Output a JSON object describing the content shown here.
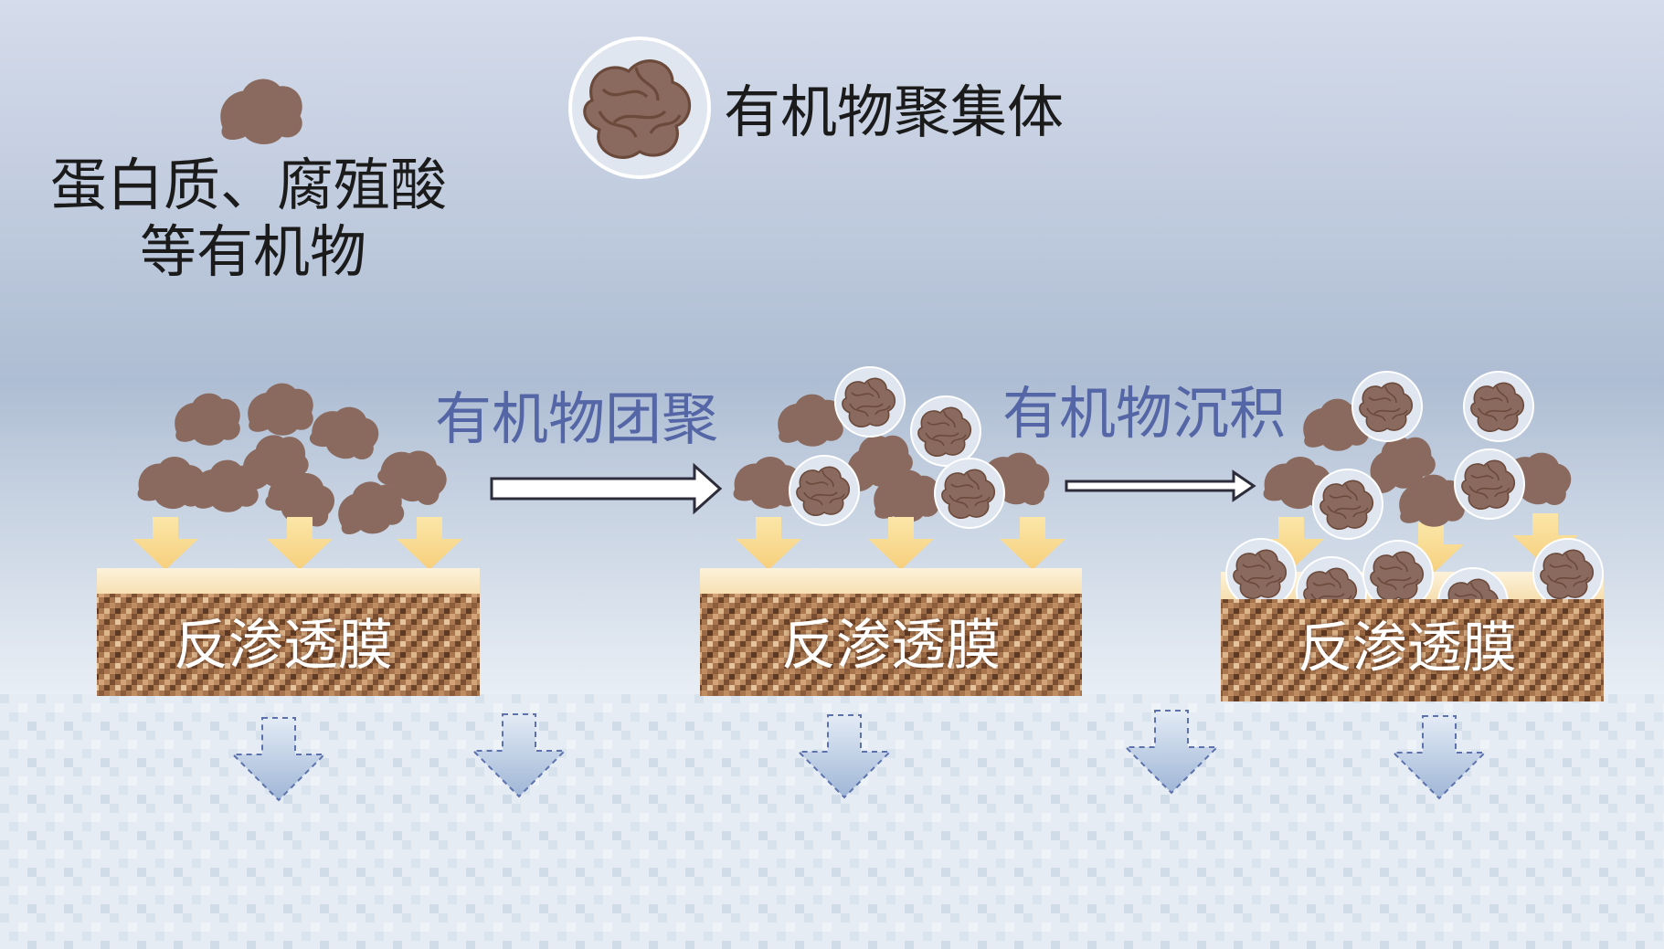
{
  "legend": {
    "organic_line1": "蛋白质、腐殖酸",
    "organic_line2": "等有机物",
    "aggregate": "有机物聚集体"
  },
  "steps": {
    "step1": "有机物团聚",
    "step2": "有机物沉积"
  },
  "membranes": [
    {
      "label": "反渗透膜"
    },
    {
      "label": "反渗透膜"
    },
    {
      "label": "反渗透膜"
    }
  ],
  "colors": {
    "particle": "#8a6a5e",
    "particle_outline": "#6b4a3c",
    "aggregate_halo": "#dfe6ef",
    "feed_arrow": "#f7d98a",
    "permeate_arrow": "#a9bedb",
    "step_text": "#5566a6",
    "membrane_top": "#fbe9c4"
  }
}
